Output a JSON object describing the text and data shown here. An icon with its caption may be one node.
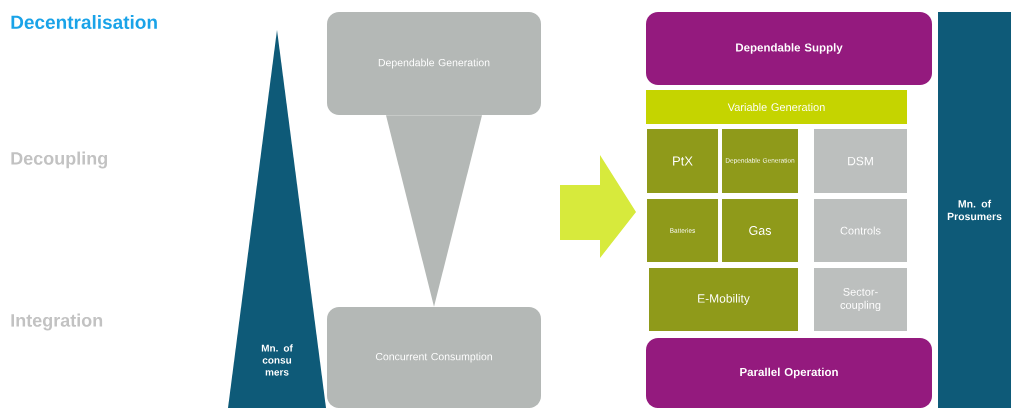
{
  "diagram": {
    "nodes": [
      {
        "text": [
          "Mn. of consu mers"
        ]
      },
      {
        "text": [
          "Dependable Generation"
        ]
      },
      {
        "text": [
          "Concurrent Consumption"
        ]
      },
      {
        "text": [
          "Dependable Supply"
        ]
      },
      {
        "text": [
          "Variable Generation"
        ]
      },
      {
        "text": [
          "PtX"
        ]
      },
      {
        "text": [
          "Dependable Generation"
        ]
      },
      {
        "text": [
          "DSM"
        ]
      },
      {
        "text": [
          "Batteries"
        ]
      },
      {
        "text": [
          "Gas"
        ]
      },
      {
        "text": [
          "Controls"
        ]
      },
      {
        "text": [
          "E-Mobility"
        ]
      },
      {
        "text": [
          "Sector-coupling"
        ]
      },
      {
        "text": [
          "Parallel Operation"
        ]
      },
      {
        "text": [
          "Mn. of Prosumers"
        ]
      }
    ],
    "edges": [
      {
        "from": 1,
        "to": 2,
        "arrow": "to"
      }
    ],
    "labels": [
      "Decentralisation",
      "Decoupling",
      "Integration"
    ]
  }
}
